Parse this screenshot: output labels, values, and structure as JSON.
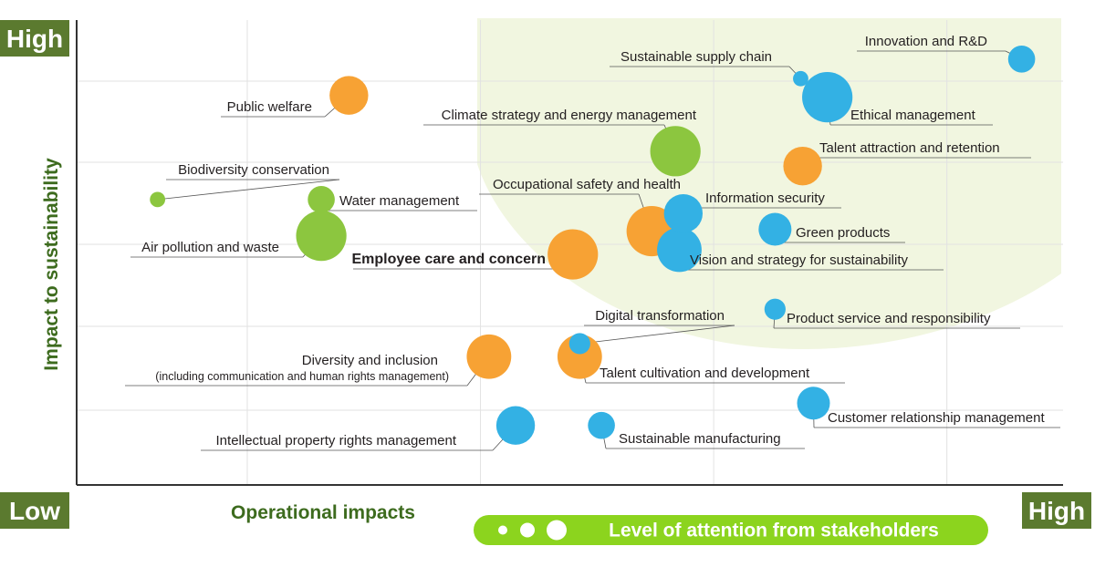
{
  "chart_data": {
    "type": "scatter",
    "xlabel": "Operational impacts",
    "ylabel": "Impact to sustainability",
    "x_low_label": "Low",
    "x_high_label": "High",
    "y_high_label": "High",
    "legend_label": "Level of attention from stakeholders",
    "xlim": [
      0,
      100
    ],
    "ylim": [
      0,
      100
    ],
    "grid": true,
    "colors": {
      "environment": "#8cc63f",
      "social": "#f7a234",
      "governance": "#33b1e4",
      "corner_box": "#5b7a2f",
      "axis_title": "#3d6b1e",
      "legend_pill": "#8cd41e",
      "highlight_zone": "#f1f6e0"
    },
    "points": [
      {
        "label": "Innovation and R&D",
        "x": 95.8,
        "y": 91.6,
        "size": 2,
        "group": "governance"
      },
      {
        "label": "Sustainable supply chain",
        "x": 73.4,
        "y": 87.4,
        "size": 1,
        "group": "governance"
      },
      {
        "label": "Ethical management",
        "x": 76.1,
        "y": 83.4,
        "size": 4,
        "group": "governance"
      },
      {
        "label": "Public welfare",
        "x": 27.6,
        "y": 83.8,
        "size": 3,
        "group": "social"
      },
      {
        "label": "Climate strategy and energy management",
        "x": 60.7,
        "y": 71.8,
        "size": 4,
        "group": "environment"
      },
      {
        "label": "Talent attraction and retention",
        "x": 73.6,
        "y": 68.6,
        "size": 3,
        "group": "social"
      },
      {
        "label": "Biodiversity conservation",
        "x": 8.2,
        "y": 61.4,
        "size": 1,
        "group": "environment"
      },
      {
        "label": "Water management",
        "x": 24.8,
        "y": 61.4,
        "size": 2,
        "group": "environment"
      },
      {
        "label": "Occupational safety and health",
        "x": 58.3,
        "y": 54.6,
        "size": 4,
        "group": "social"
      },
      {
        "label": "Information security",
        "x": 61.5,
        "y": 58.4,
        "size": 3,
        "group": "governance"
      },
      {
        "label": "Green products",
        "x": 70.8,
        "y": 55.0,
        "size": 2.5,
        "group": "governance"
      },
      {
        "label": "Air pollution and waste",
        "x": 24.8,
        "y": 53.6,
        "size": 4,
        "group": "environment"
      },
      {
        "label": "Employee care and concern",
        "x": 50.3,
        "y": 49.6,
        "size": 4,
        "group": "social",
        "emphasis": true
      },
      {
        "label": "Vision and strategy for sustainability",
        "x": 61.1,
        "y": 50.6,
        "size": 3.5,
        "group": "governance"
      },
      {
        "label": "Product service and responsibility",
        "x": 70.8,
        "y": 37.8,
        "size": 1.5,
        "group": "governance"
      },
      {
        "label": "Digital transformation",
        "x": 51.0,
        "y": 30.4,
        "size": 1.5,
        "group": "governance"
      },
      {
        "label": "Diversity and inclusion",
        "sublabel": "(including  communication and human rights management)",
        "x": 41.8,
        "y": 27.6,
        "size": 3.5,
        "group": "social"
      },
      {
        "label": "Talent cultivation and development",
        "x": 51.0,
        "y": 27.6,
        "size": 3.5,
        "group": "social"
      },
      {
        "label": "Customer relationship management",
        "x": 74.7,
        "y": 17.6,
        "size": 2.5,
        "group": "governance"
      },
      {
        "label": "Intellectual property rights management",
        "x": 44.5,
        "y": 12.8,
        "size": 3,
        "group": "governance"
      },
      {
        "label": "Sustainable manufacturing",
        "x": 53.2,
        "y": 12.8,
        "size": 2,
        "group": "governance"
      }
    ]
  }
}
